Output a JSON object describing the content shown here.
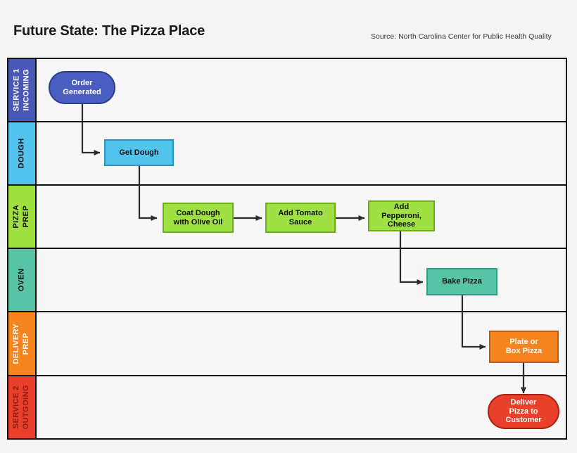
{
  "header": {
    "title": "Future State: The Pizza Place",
    "source": "Source: North Carolina Center for Public Health Quality"
  },
  "colors": {
    "page_background": "#f4f4f4",
    "diagram_background": "#f7f7f7",
    "frame_line": "#111111",
    "connector": "#2b2b2b",
    "lane1_fill": "#4a58b5",
    "lane1_text": "#ffffff",
    "lane2_fill": "#52c3ec",
    "lane2_text": "#111111",
    "lane3_fill": "#a0e141",
    "lane3_text": "#111111",
    "lane4_fill": "#57c4a6",
    "lane4_text": "#111111",
    "lane5_fill": "#f6841f",
    "lane5_text": "#ffffff",
    "lane6_fill": "#e8402a",
    "lane6_text": "#8f1d10",
    "node_order_fill": "#4a5dc0",
    "node_order_border": "#2e3d8f",
    "node_order_text": "#ffffff",
    "node_dough_fill": "#52c3ec",
    "node_dough_border": "#2a93bf",
    "node_dough_text": "#111111",
    "node_prep_fill": "#9fe042",
    "node_prep_border": "#6eae1e",
    "node_prep_text": "#111111",
    "node_oven_fill": "#57c4a6",
    "node_oven_border": "#2f9d80",
    "node_oven_text": "#111111",
    "node_delivery_fill": "#f6841f",
    "node_delivery_border": "#c25c07",
    "node_delivery_text": "#ffffff",
    "node_outgoing_fill": "#e8402a",
    "node_outgoing_border": "#a8200f",
    "node_outgoing_text": "#ffffff"
  },
  "lanes": [
    {
      "id": "service-1-incoming",
      "label": "SERVICE 1\nINCOMING",
      "line1": "SERVICE 1",
      "line2": "INCOMING"
    },
    {
      "id": "dough",
      "label": "DOUGH",
      "line1": "DOUGH",
      "line2": ""
    },
    {
      "id": "pizza-prep",
      "label": "PIZZA\nPREP",
      "line1": "PIZZA",
      "line2": "PREP"
    },
    {
      "id": "oven",
      "label": "OVEN",
      "line1": "OVEN",
      "line2": ""
    },
    {
      "id": "delivery-prep",
      "label": "DELIVERY\nPREP",
      "line1": "DELIVERY",
      "line2": "PREP"
    },
    {
      "id": "service-2-outgoing",
      "label": "SERVICE 2\nOUTGOING",
      "line1": "SERVICE 2",
      "line2": "OUTGOING"
    }
  ],
  "nodes": [
    {
      "id": "order-generated",
      "label": "Order\nGenerated",
      "line1": "Order",
      "line2": "Generated",
      "line3": "",
      "lane": "service-1-incoming",
      "shape": "pill"
    },
    {
      "id": "get-dough",
      "label": "Get Dough",
      "line1": "Get Dough",
      "line2": "",
      "line3": "",
      "lane": "dough",
      "shape": "rect"
    },
    {
      "id": "coat-dough-with-olive-oil",
      "label": "Coat Dough\nwith Olive Oil",
      "line1": "Coat Dough",
      "line2": "with Olive Oil",
      "line3": "",
      "lane": "pizza-prep",
      "shape": "rect"
    },
    {
      "id": "add-tomato-sauce",
      "label": "Add Tomato\nSauce",
      "line1": "Add Tomato",
      "line2": "Sauce",
      "line3": "",
      "lane": "pizza-prep",
      "shape": "rect"
    },
    {
      "id": "add-pepperoni-cheese",
      "label": "Add\nPepperoni,\nCheese",
      "line1": "Add",
      "line2": "Pepperoni,",
      "line3": "Cheese",
      "lane": "pizza-prep",
      "shape": "rect"
    },
    {
      "id": "bake-pizza",
      "label": "Bake Pizza",
      "line1": "Bake Pizza",
      "line2": "",
      "line3": "",
      "lane": "oven",
      "shape": "rect"
    },
    {
      "id": "plate-or-box-pizza",
      "label": "Plate or\nBox Pizza",
      "line1": "Plate or",
      "line2": "Box Pizza",
      "line3": "",
      "lane": "delivery-prep",
      "shape": "rect"
    },
    {
      "id": "deliver-pizza-to-customer",
      "label": "Deliver\nPizza to\nCustomer",
      "line1": "Deliver",
      "line2": "Pizza to",
      "line3": "Customer",
      "lane": "service-2-outgoing",
      "shape": "pill"
    }
  ],
  "connections": [
    {
      "from": "order-generated",
      "to": "get-dough",
      "style": "elbow-down-right"
    },
    {
      "from": "get-dough",
      "to": "coat-dough-with-olive-oil",
      "style": "elbow-down-right"
    },
    {
      "from": "coat-dough-with-olive-oil",
      "to": "add-tomato-sauce",
      "style": "straight-right"
    },
    {
      "from": "add-tomato-sauce",
      "to": "add-pepperoni-cheese",
      "style": "straight-right"
    },
    {
      "from": "add-pepperoni-cheese",
      "to": "bake-pizza",
      "style": "elbow-down-right"
    },
    {
      "from": "bake-pizza",
      "to": "plate-or-box-pizza",
      "style": "elbow-down-right"
    },
    {
      "from": "plate-or-box-pizza",
      "to": "deliver-pizza-to-customer",
      "style": "straight-down"
    }
  ]
}
